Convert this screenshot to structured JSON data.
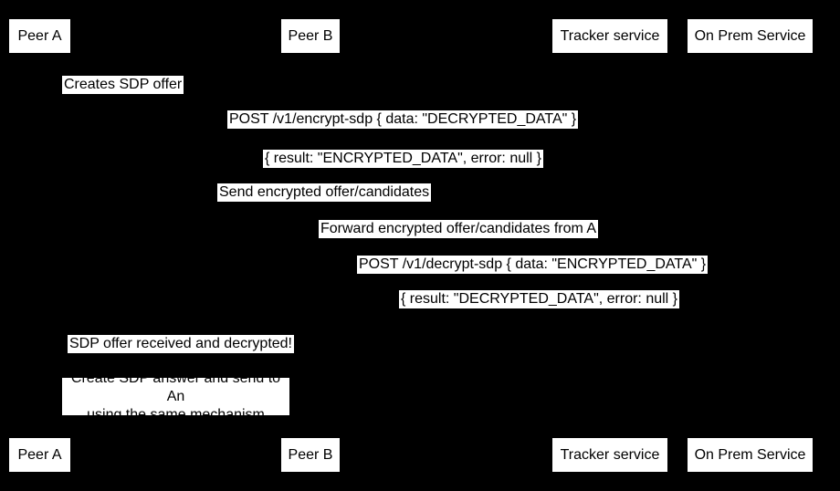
{
  "diagram": {
    "type": "sequence-diagram",
    "colors": {
      "background": "#000000",
      "box_background": "#ffffff",
      "text": "#000000"
    },
    "actors": [
      {
        "label": "Peer A"
      },
      {
        "label": "Peer B"
      },
      {
        "label": "Tracker service"
      },
      {
        "label": "On Prem Service"
      }
    ],
    "messages": [
      {
        "label": "Creates SDP offer"
      },
      {
        "label": "POST /v1/encrypt-sdp { data: \"DECRYPTED_DATA\" }"
      },
      {
        "label": "{ result: \"ENCRYPTED_DATA\", error: null }"
      },
      {
        "label": "Send encrypted offer/candidates"
      },
      {
        "label": "Forward encrypted offer/candidates from A"
      },
      {
        "label": "POST /v1/decrypt-sdp { data: \"ENCRYPTED_DATA\" }"
      },
      {
        "label": "{ result: \"DECRYPTED_DATA\", error: null }"
      },
      {
        "label": "SDP offer received and decrypted!"
      }
    ],
    "note": {
      "line1": "Create SDP answer and send to An",
      "line2": "using the same mechanism"
    }
  }
}
